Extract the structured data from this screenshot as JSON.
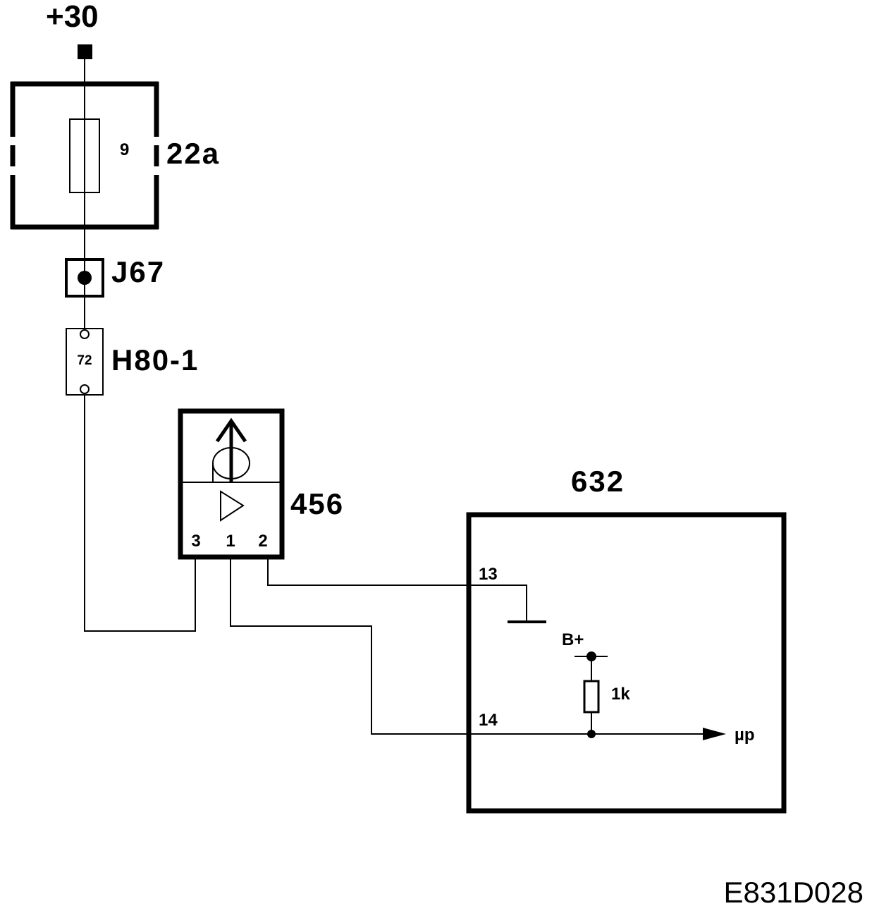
{
  "supply": {
    "label": "+30"
  },
  "fuse_box": {
    "label": "22a",
    "fuse_number": "9"
  },
  "junction": {
    "label": "J67"
  },
  "connector": {
    "label": "H80-1",
    "pin": "72"
  },
  "sensor": {
    "label": "456",
    "pins": {
      "p3": "3",
      "p1": "1",
      "p2": "2"
    }
  },
  "control_unit": {
    "label": "632",
    "pin_13": "13",
    "pin_14": "14",
    "supply_label": "B+",
    "resistor_label": "1k",
    "output_label": "µp"
  },
  "diagram_code": "E831D028",
  "colors": {
    "line": "#000000",
    "background": "#ffffff"
  }
}
